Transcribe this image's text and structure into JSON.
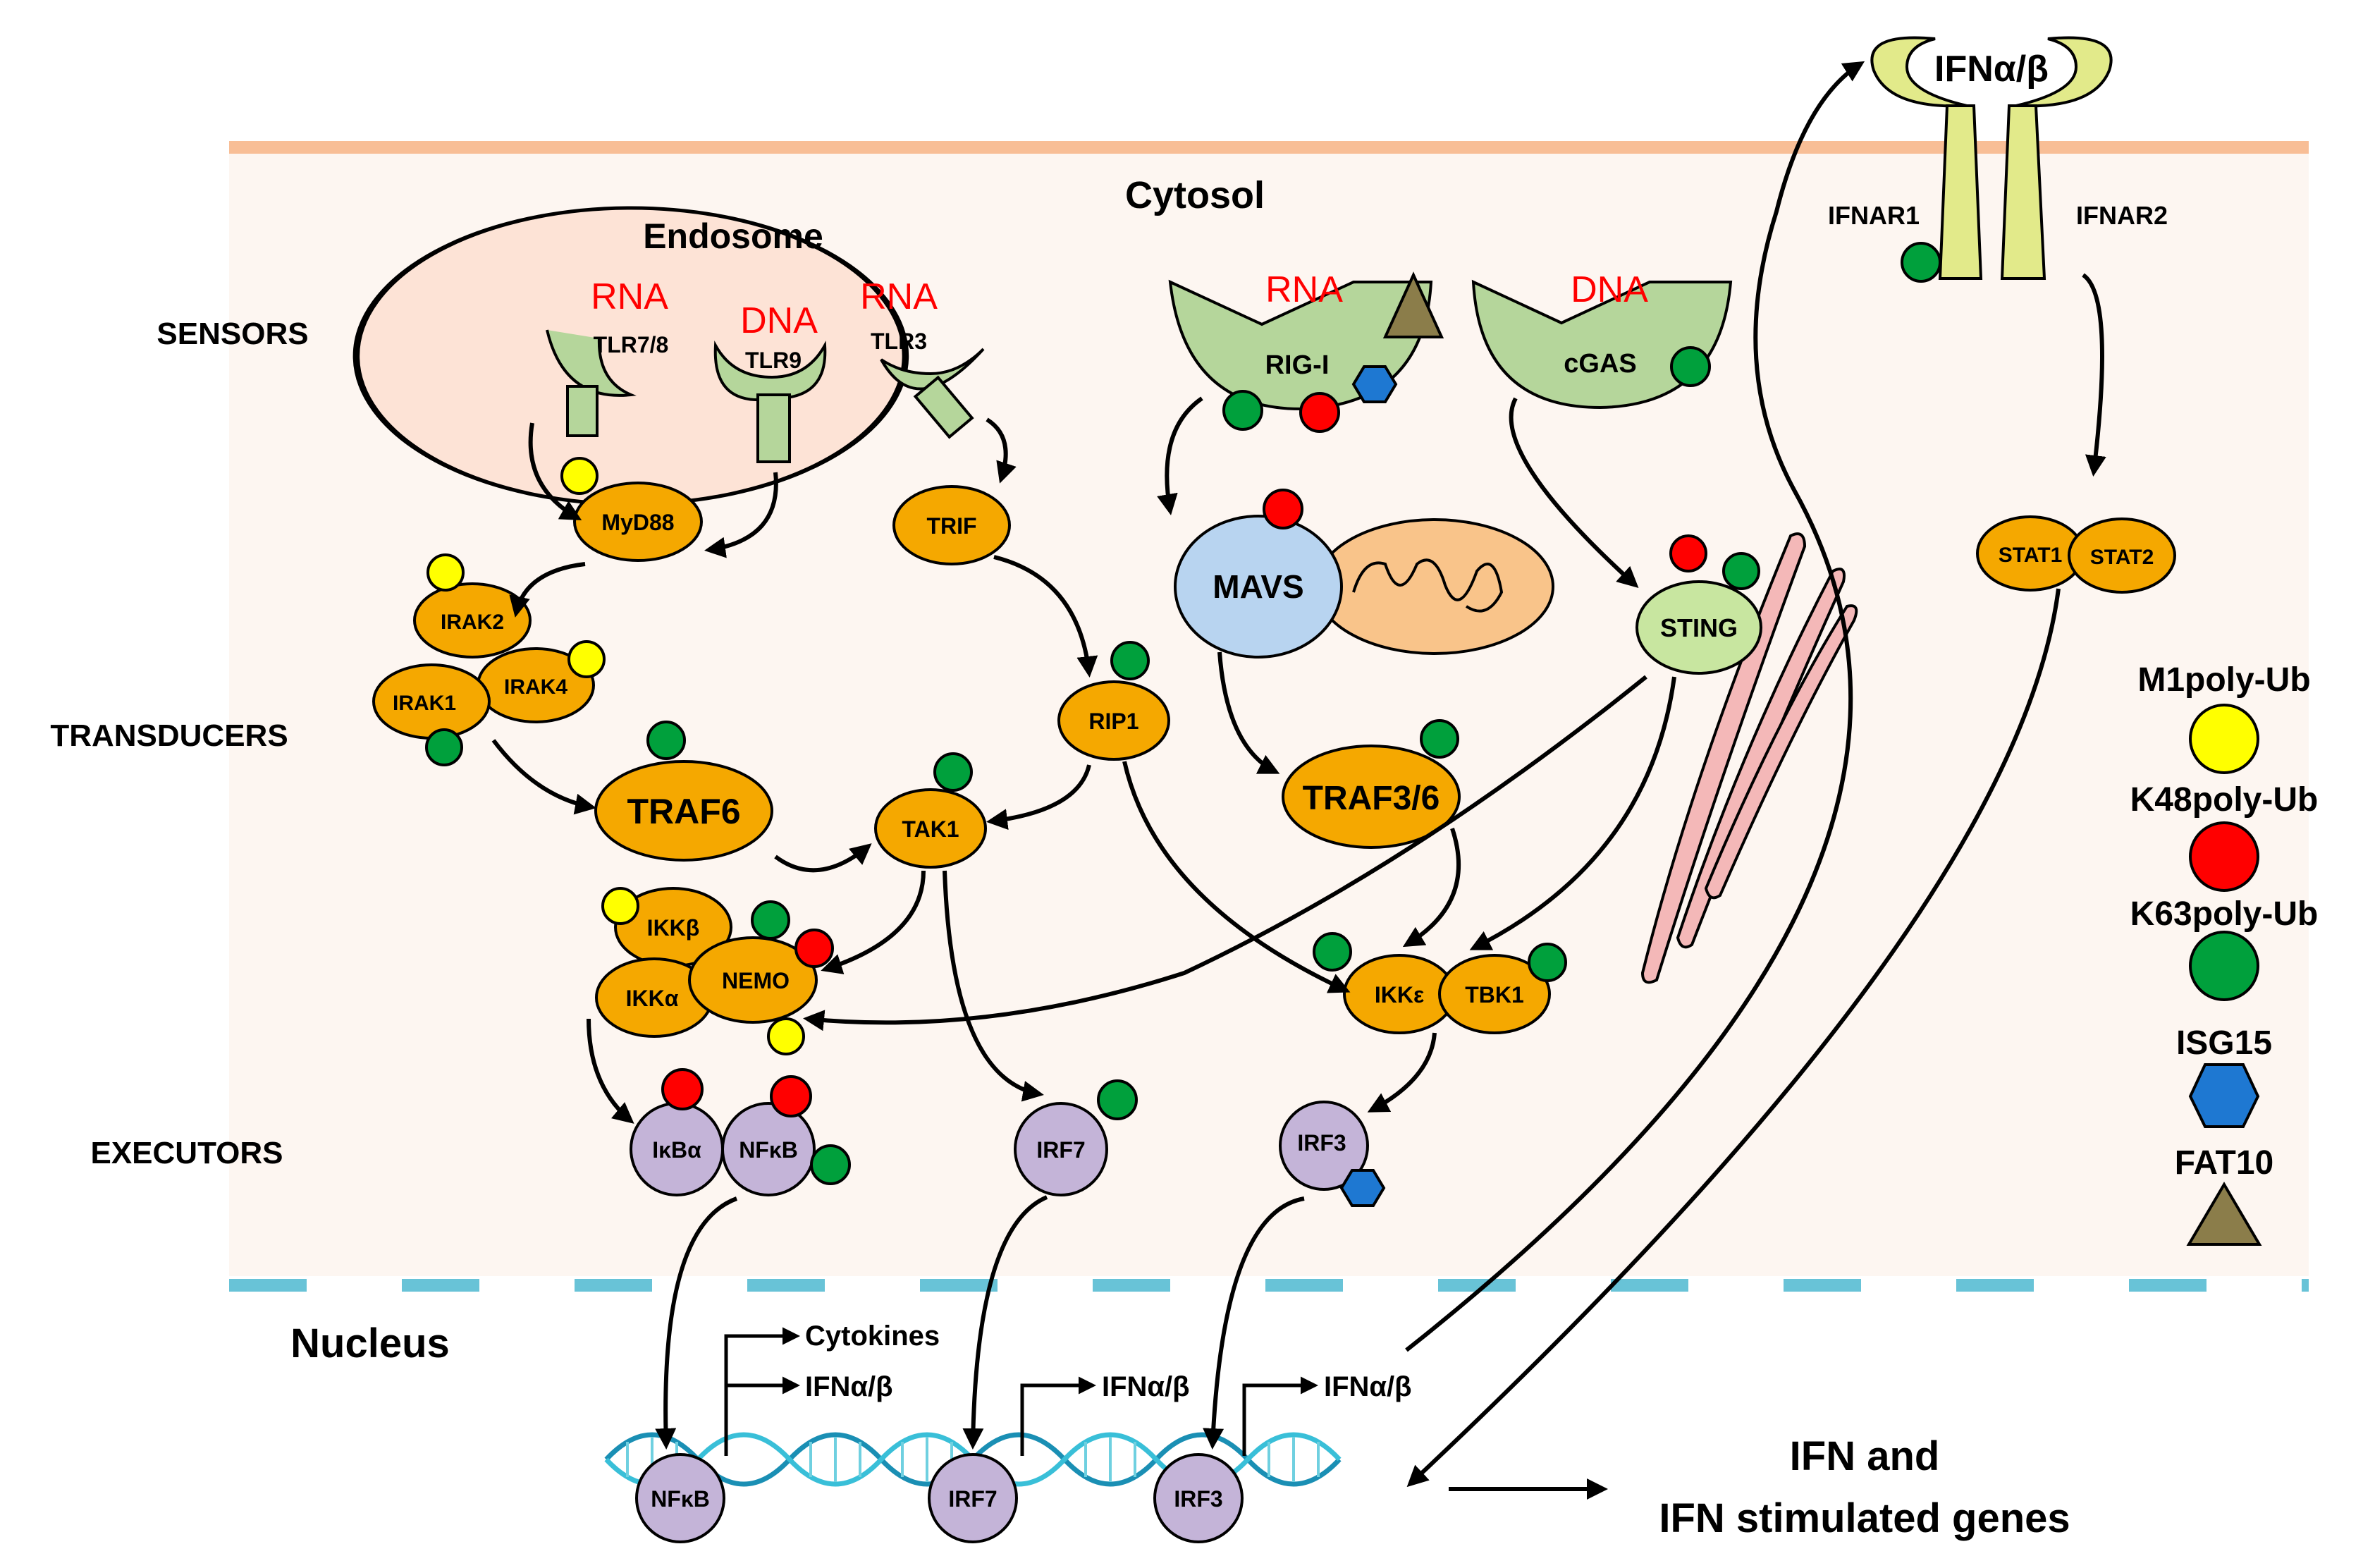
{
  "compartments": {
    "cytosol": "Cytosol",
    "nucleus": "Nucleus",
    "endosome": "Endosome"
  },
  "rows": {
    "sensors": "SENSORS",
    "transducers": "TRANSDUCERS",
    "executors": "EXECUTORS"
  },
  "ligands": {
    "rna": "RNA",
    "dna": "DNA",
    "ifn": "IFNα/β"
  },
  "sensors": {
    "tlr78": "TLR7/8",
    "tlr9": "TLR9",
    "tlr3": "TLR3",
    "rigi": "RIG-I",
    "cgas": "cGAS"
  },
  "receptors": {
    "ifnar1": "IFNAR1",
    "ifnar2": "IFNAR2"
  },
  "transducers": {
    "myd88": "MyD88",
    "trif": "TRIF",
    "irak2": "IRAK2",
    "irak1": "IRAK1",
    "irak4": "IRAK4",
    "traf6": "TRAF6",
    "rip1": "RIP1",
    "tak1": "TAK1",
    "mavs": "MAVS",
    "traf36": "TRAF3/6",
    "sting": "STING",
    "ikkb": "IKKβ",
    "ikka": "IKKα",
    "nemo": "NEMO",
    "ikke": "IKKε",
    "tbk1": "TBK1",
    "stat1": "STAT1",
    "stat2": "STAT2"
  },
  "executors": {
    "ikba": "IκBα",
    "nfkb": "NFκB",
    "irf7": "IRF7",
    "irf3": "IRF3"
  },
  "outputs": {
    "cytokines": "Cytokines",
    "ifn_ab": "IFNα/β",
    "result_line1": "IFN and",
    "result_line2": "IFN stimulated genes"
  },
  "legend": [
    {
      "label": "M1poly-Ub",
      "shape": "circle",
      "color": "#ffff00"
    },
    {
      "label": "K48poly-Ub",
      "shape": "circle",
      "color": "#ff0000"
    },
    {
      "label": "K63poly-Ub",
      "shape": "circle",
      "color": "#00a03c"
    },
    {
      "label": "ISG15",
      "shape": "hexagon",
      "color": "#1e78d2"
    },
    {
      "label": "FAT10",
      "shape": "triangle",
      "color": "#8b7d4a"
    }
  ],
  "colors": {
    "protein": "#f5a800",
    "executor": "#c4b4d8",
    "sensor": "#b5d69b",
    "mavs": "#b8d4f0",
    "sting": "#c8e6a0",
    "mito": "#f9c48a",
    "endosome": "#fde3d6",
    "er": "#f4b8b8",
    "membrane": "#f8be96",
    "cytosol_bg": "#fdf6f1",
    "nuclear_membrane": "#68c3d7",
    "ifn_receptor": "#e2ea8a",
    "dna_strand": "#1a8fb4"
  }
}
